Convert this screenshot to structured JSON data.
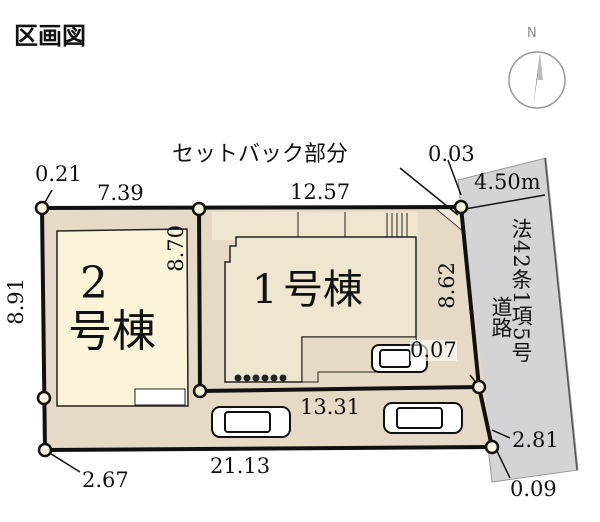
{
  "title": "区画図",
  "compass": {
    "label": "N"
  },
  "setback_label": "セットバック部分",
  "road": {
    "width": "4.50m",
    "name": "法42条1項5号",
    "sub": "道路"
  },
  "buildings": [
    {
      "label_num": "1",
      "label_suffix": "号棟"
    },
    {
      "label_num": "2",
      "label_suffix": "号棟"
    }
  ],
  "dimensions": {
    "top_left_corner": "0.21",
    "top_left_span": "7.39",
    "top_right_span": "12.57",
    "top_right_corner": "0.03",
    "left_side": "8.91",
    "divider": "8.70",
    "right_upper": "8.62",
    "right_mid_corner": "0.07",
    "middle_line": "13.31",
    "right_lower": "2.81",
    "bottom_right_corner": "0.09",
    "bottom": "21.13",
    "bottom_left": "2.67"
  },
  "colors": {
    "lot": "#e6d9c6",
    "building1": "#efe6cf",
    "building2": "#fbf4d9",
    "road": "#d4d4d6"
  }
}
